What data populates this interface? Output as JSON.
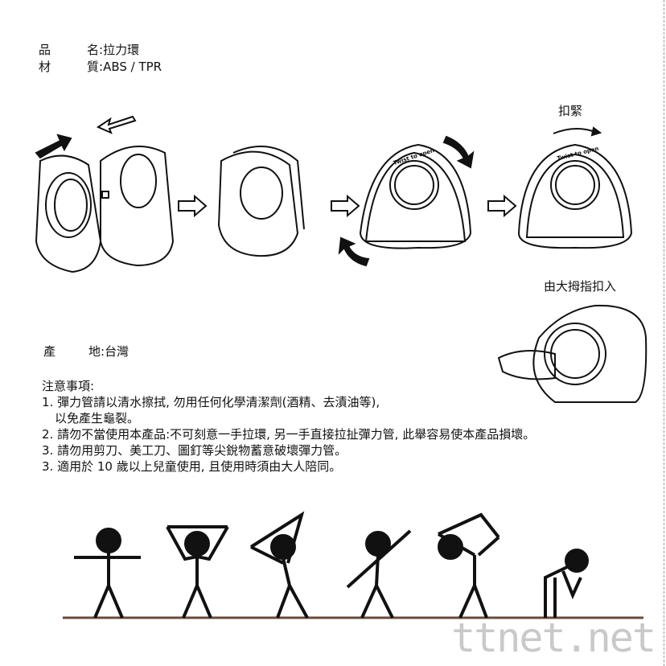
{
  "spec": {
    "name_label_1": "品",
    "name_label_2": "名:",
    "name_value": "拉力環",
    "material_label_1": "材",
    "material_label_2": "質:",
    "material_value": "ABS / TPR",
    "origin_label_1": "產",
    "origin_label_2": "地:",
    "origin_value": "台灣"
  },
  "diagram": {
    "tighten_label": "扣緊",
    "thumb_label": "由大拇指扣入",
    "ring_text": "Twist to open"
  },
  "notes": {
    "title": "注意事項:",
    "items": [
      "1. 彈力管請以清水擦拭, 勿用任何化學清潔劑(酒精、去漬油等),",
      "以免產生龜裂。",
      "2. 請勿不當使用本產品:不可刻意一手拉環, 另一手直接拉扯彈力管, 此舉容易使本產品損壞。",
      "3. 請勿用剪刀、美工刀、圖釘等尖銳物蓄意破壞彈力管。",
      "3. 適用於  10  歲以上兒童使用, 且使用時須由大人陪同。"
    ]
  },
  "watermark": "ttnet.net"
}
